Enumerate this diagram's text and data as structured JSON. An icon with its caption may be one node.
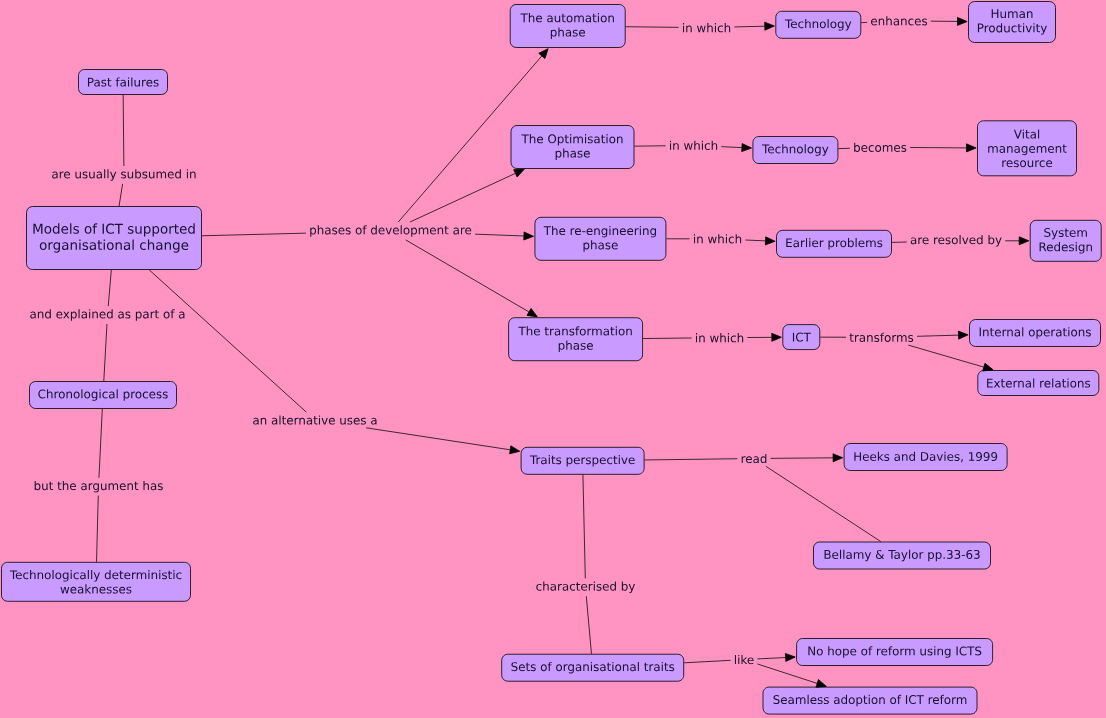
{
  "diagram": {
    "nodes": [
      {
        "text": [
          "Past failures"
        ]
      },
      {
        "text": [
          "are usually subsumed in"
        ]
      },
      {
        "text": [
          "Models of ICT supported organisational change"
        ]
      },
      {
        "text": [
          "phases of development are"
        ]
      },
      {
        "text": [
          "The automation phase"
        ]
      },
      {
        "text": [
          "in which"
        ]
      },
      {
        "text": [
          "Technology"
        ]
      },
      {
        "text": [
          "enhances"
        ]
      },
      {
        "text": [
          "Human Productivity"
        ]
      },
      {
        "text": [
          "The Optimisation phase"
        ]
      },
      {
        "text": [
          "in which"
        ]
      },
      {
        "text": [
          "Technology"
        ]
      },
      {
        "text": [
          "becomes"
        ]
      },
      {
        "text": [
          "Vital management resource"
        ]
      },
      {
        "text": [
          "The re-engineering phase"
        ]
      },
      {
        "text": [
          "in which"
        ]
      },
      {
        "text": [
          "Earlier problems"
        ]
      },
      {
        "text": [
          "are resolved by"
        ]
      },
      {
        "text": [
          "System Redesign"
        ]
      },
      {
        "text": [
          "The transformation phase"
        ]
      },
      {
        "text": [
          "in which"
        ]
      },
      {
        "text": [
          "ICT"
        ]
      },
      {
        "text": [
          "transforms"
        ]
      },
      {
        "text": [
          "Internal operations"
        ]
      },
      {
        "text": [
          "External relations"
        ]
      },
      {
        "text": [
          "and explained as part of a"
        ]
      },
      {
        "text": [
          "Chronological process"
        ]
      },
      {
        "text": [
          "but the argument has"
        ]
      },
      {
        "text": [
          "Technologically deterministic weaknesses"
        ]
      },
      {
        "text": [
          "an alternative uses a"
        ]
      },
      {
        "text": [
          "Traits perspective"
        ]
      },
      {
        "text": [
          "read"
        ]
      },
      {
        "text": [
          "Heeks and Davies, 1999"
        ]
      },
      {
        "text": [
          "Bellamy & Taylor pp.33-63"
        ]
      },
      {
        "text": [
          "characterised by"
        ]
      },
      {
        "text": [
          "Sets of organisational traits"
        ]
      },
      {
        "text": [
          "like"
        ]
      },
      {
        "text": [
          "No hope of reform using ICTS"
        ]
      },
      {
        "text": [
          "Seamless adoption of ICT reform"
        ]
      }
    ],
    "edges": [
      {
        "from": 0,
        "to": 1,
        "arrow": "none"
      },
      {
        "from": 1,
        "to": 2,
        "arrow": "none"
      },
      {
        "from": 2,
        "to": 3,
        "arrow": "none"
      },
      {
        "from": 3,
        "to": 4,
        "arrow": "to"
      },
      {
        "from": 3,
        "to": 9,
        "arrow": "to"
      },
      {
        "from": 3,
        "to": 14,
        "arrow": "to"
      },
      {
        "from": 3,
        "to": 19,
        "arrow": "to"
      },
      {
        "from": 4,
        "to": 5,
        "arrow": "none"
      },
      {
        "from": 5,
        "to": 6,
        "arrow": "to"
      },
      {
        "from": 6,
        "to": 7,
        "arrow": "none"
      },
      {
        "from": 7,
        "to": 8,
        "arrow": "to"
      },
      {
        "from": 9,
        "to": 10,
        "arrow": "none"
      },
      {
        "from": 10,
        "to": 11,
        "arrow": "to"
      },
      {
        "from": 11,
        "to": 12,
        "arrow": "none"
      },
      {
        "from": 12,
        "to": 13,
        "arrow": "to"
      },
      {
        "from": 14,
        "to": 15,
        "arrow": "none"
      },
      {
        "from": 15,
        "to": 16,
        "arrow": "to"
      },
      {
        "from": 16,
        "to": 17,
        "arrow": "none"
      },
      {
        "from": 17,
        "to": 18,
        "arrow": "to"
      },
      {
        "from": 19,
        "to": 20,
        "arrow": "none"
      },
      {
        "from": 20,
        "to": 21,
        "arrow": "to"
      },
      {
        "from": 21,
        "to": 22,
        "arrow": "none"
      },
      {
        "from": 22,
        "to": 23,
        "arrow": "to"
      },
      {
        "from": 22,
        "to": 24,
        "arrow": "to"
      },
      {
        "from": 2,
        "to": 25,
        "arrow": "none"
      },
      {
        "from": 25,
        "to": 26,
        "arrow": "none"
      },
      {
        "from": 26,
        "to": 27,
        "arrow": "none"
      },
      {
        "from": 27,
        "to": 28,
        "arrow": "none"
      },
      {
        "from": 2,
        "to": 29,
        "arrow": "none"
      },
      {
        "from": 29,
        "to": 30,
        "arrow": "to"
      },
      {
        "from": 30,
        "to": 31,
        "arrow": "none"
      },
      {
        "from": 31,
        "to": 32,
        "arrow": "to"
      },
      {
        "from": 31,
        "to": 33,
        "arrow": "none"
      },
      {
        "from": 30,
        "to": 34,
        "arrow": "none"
      },
      {
        "from": 34,
        "to": 35,
        "arrow": "none"
      },
      {
        "from": 35,
        "to": 36,
        "arrow": "none"
      },
      {
        "from": 36,
        "to": 37,
        "arrow": "to"
      },
      {
        "from": 36,
        "to": 38,
        "arrow": "to"
      }
    ]
  }
}
